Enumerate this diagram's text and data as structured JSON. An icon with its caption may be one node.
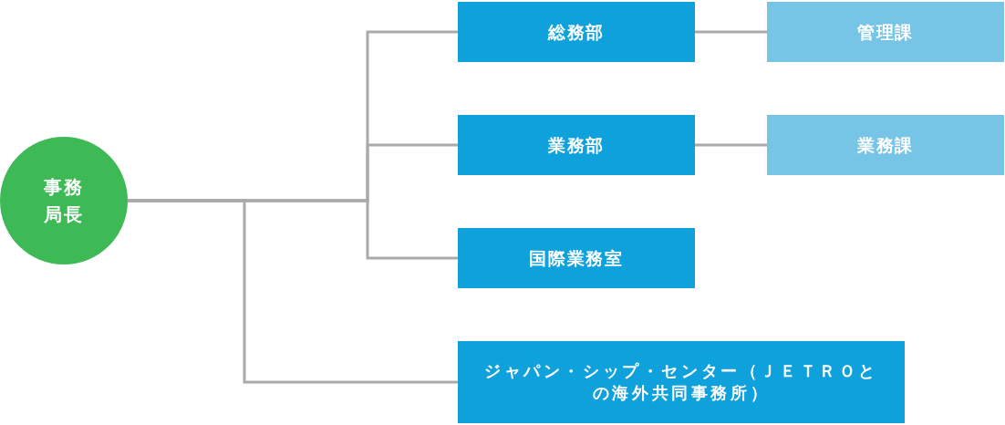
{
  "diagram": {
    "nodes": [
      {
        "text": [
          "事務局長"
        ]
      },
      {
        "text": [
          "総務部"
        ]
      },
      {
        "text": [
          "業務部"
        ]
      },
      {
        "text": [
          "国際業務室"
        ]
      },
      {
        "text": [
          "ジャパン・シップ・センター（ＪＥＴＲＯとの海外共同事務所）"
        ]
      },
      {
        "text": [
          "管理課"
        ]
      },
      {
        "text": [
          "業務課"
        ]
      }
    ],
    "edges": [
      {
        "from": 0,
        "to": 1,
        "arrow": "none"
      },
      {
        "from": 0,
        "to": 2,
        "arrow": "none"
      },
      {
        "from": 0,
        "to": 3,
        "arrow": "none"
      },
      {
        "from": 0,
        "to": 4,
        "arrow": "none"
      },
      {
        "from": 1,
        "to": 5,
        "arrow": "none"
      },
      {
        "from": 2,
        "to": 6,
        "arrow": "none"
      }
    ]
  }
}
